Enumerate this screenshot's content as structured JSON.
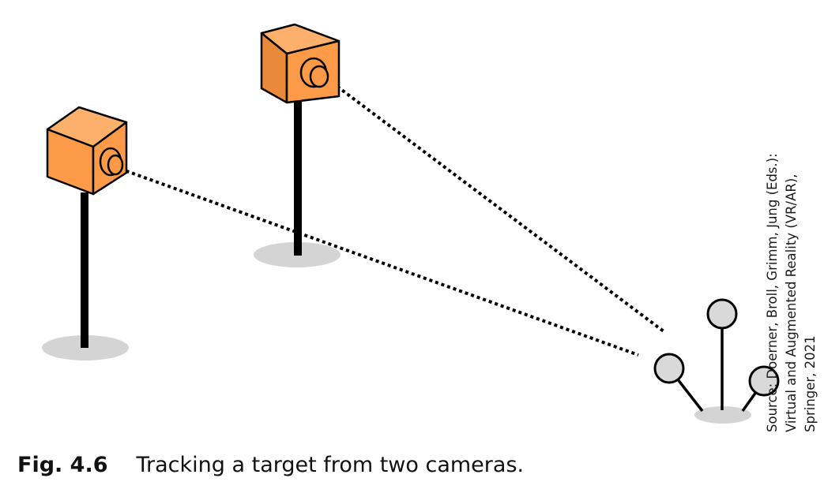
{
  "caption": {
    "label": "Fig. 4.6",
    "text": "Tracking a target from two cameras."
  },
  "source": {
    "lines": [
      "Source: Doerner, Broll, Grimm, Jung (Eds.):",
      "Virtual and Augmented Reality (VR/AR),",
      "Springer, 2021"
    ]
  },
  "colors": {
    "camera_front": "#fd9a47",
    "camera_top": "#fcb06b",
    "camera_side": "#e9893a",
    "outline": "#000000",
    "marker_fill": "#d9d9d9",
    "shadow": "#d4d4d4"
  }
}
